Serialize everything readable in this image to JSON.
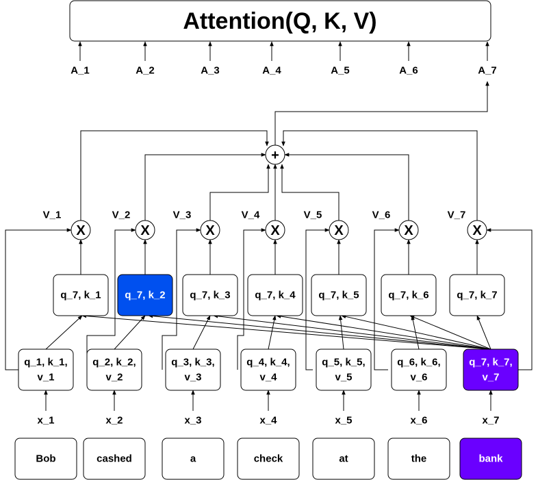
{
  "title": "Attention(Q, K, V)",
  "outputs": [
    "A_1",
    "A_2",
    "A_3",
    "A_4",
    "A_5",
    "A_6",
    "A_7"
  ],
  "sum_symbol": "+",
  "multiply_symbol": "X",
  "value_labels": [
    "V_1",
    "V_2",
    "V_3",
    "V_4",
    "V_5",
    "V_6",
    "V_7"
  ],
  "score_boxes": [
    "q_7, k_1",
    "q_7, k_2",
    "q_7, k_3",
    "q_7, k_4",
    "q_7, k_5",
    "q_7, k_6",
    "q_7, k_7"
  ],
  "qkv_boxes": [
    [
      "q_1, k_1,",
      "v_1"
    ],
    [
      "q_2, k_2,",
      "v_2"
    ],
    [
      "q_3, k_3,",
      "v_3"
    ],
    [
      "q_4, k_4,",
      "v_4"
    ],
    [
      "q_5, k_5,",
      "v_5"
    ],
    [
      "q_6, k_6,",
      "v_6"
    ],
    [
      "q_7, k_7,",
      "v_7"
    ]
  ],
  "inputs": [
    "x_1",
    "x_2",
    "x_3",
    "x_4",
    "x_5",
    "x_6",
    "x_7"
  ],
  "tokens": [
    "Bob",
    "cashed",
    "a",
    "check",
    "at",
    "the",
    "bank"
  ],
  "colors": {
    "highlight_score": "#0050ef",
    "highlight_query": "#6a00ff",
    "box_fill": "#ffffff",
    "stroke": "#000000"
  }
}
